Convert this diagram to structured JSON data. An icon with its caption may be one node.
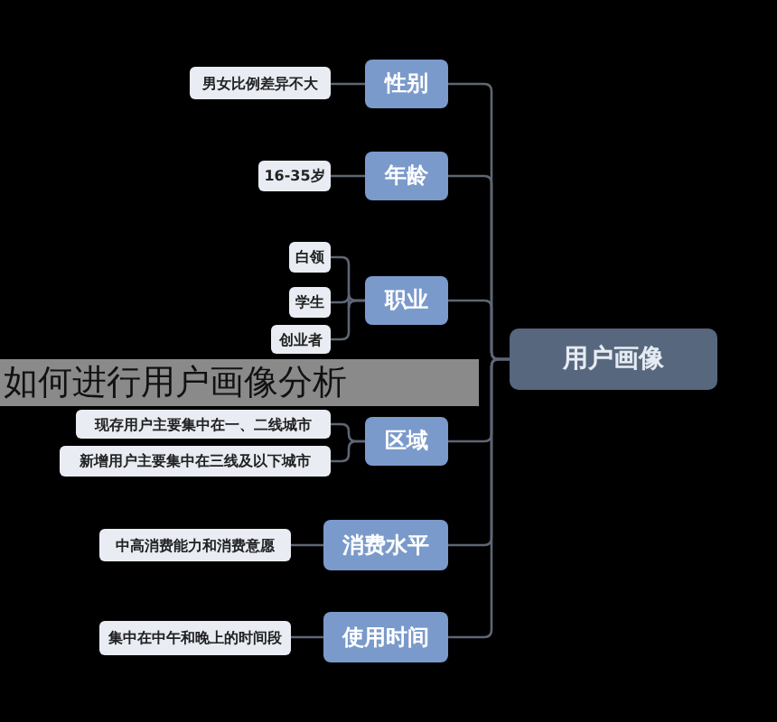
{
  "diagram": {
    "title": "如何进行用户画像分析",
    "nodes": [
      {
        "text": [
          "用户画像"
        ]
      },
      {
        "text": [
          "性别"
        ]
      },
      {
        "text": [
          "男女比例差异不大"
        ]
      },
      {
        "text": [
          "年龄"
        ]
      },
      {
        "text": [
          "16-35岁"
        ]
      },
      {
        "text": [
          "职业"
        ]
      },
      {
        "text": [
          "白领"
        ]
      },
      {
        "text": [
          "学生"
        ]
      },
      {
        "text": [
          "创业者"
        ]
      },
      {
        "text": [
          "区域"
        ]
      },
      {
        "text": [
          "现存用户主要集中在一、二线城市"
        ]
      },
      {
        "text": [
          "新增用户主要集中在三线及以下城市"
        ]
      },
      {
        "text": [
          "消费水平"
        ]
      },
      {
        "text": [
          "中高消费能力和消费意愿"
        ]
      },
      {
        "text": [
          "使用时间"
        ]
      },
      {
        "text": [
          "集中在中午和晚上的时间段"
        ]
      }
    ],
    "edges": [
      {
        "from": 0,
        "to": 1,
        "arrow": "none"
      },
      {
        "from": 0,
        "to": 3,
        "arrow": "none"
      },
      {
        "from": 0,
        "to": 5,
        "arrow": "none"
      },
      {
        "from": 0,
        "to": 9,
        "arrow": "none"
      },
      {
        "from": 0,
        "to": 12,
        "arrow": "none"
      },
      {
        "from": 0,
        "to": 14,
        "arrow": "none"
      },
      {
        "from": 1,
        "to": 2,
        "arrow": "none"
      },
      {
        "from": 3,
        "to": 4,
        "arrow": "none"
      },
      {
        "from": 5,
        "to": 6,
        "arrow": "none"
      },
      {
        "from": 5,
        "to": 7,
        "arrow": "none"
      },
      {
        "from": 5,
        "to": 8,
        "arrow": "none"
      },
      {
        "from": 9,
        "to": 10,
        "arrow": "none"
      },
      {
        "from": 9,
        "to": 11,
        "arrow": "none"
      },
      {
        "from": 12,
        "to": 13,
        "arrow": "none"
      },
      {
        "from": 14,
        "to": 15,
        "arrow": "none"
      }
    ]
  }
}
